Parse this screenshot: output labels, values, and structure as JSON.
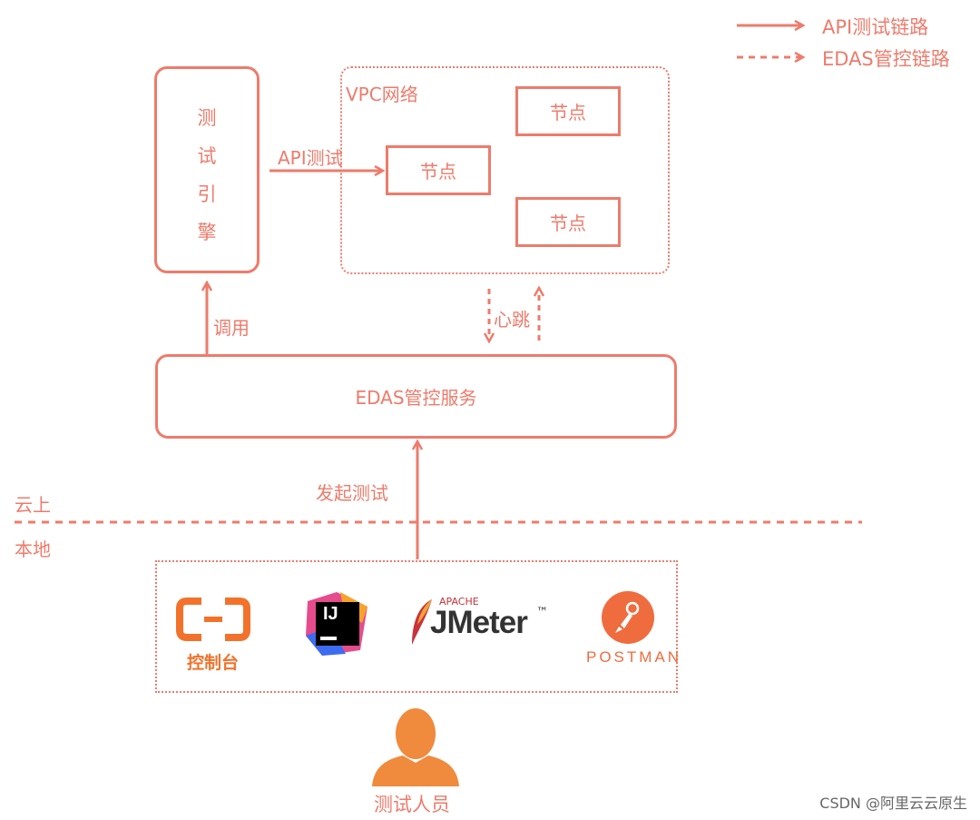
{
  "legend": {
    "api_link": "API测试链路",
    "edas_link": "EDAS管控链路"
  },
  "test_engine": {
    "chars": [
      "测",
      "试",
      "引",
      "擎"
    ]
  },
  "vpc": {
    "title": "VPC网络",
    "nodes": [
      "节点",
      "节点",
      "节点"
    ]
  },
  "labels": {
    "api_test": "API测试",
    "call": "调用",
    "heartbeat": "心跳",
    "initiate_test": "发起测试"
  },
  "edas": {
    "title": "EDAS管控服务"
  },
  "zones": {
    "cloud": "云上",
    "local": "本地"
  },
  "tools": {
    "console": "控制台",
    "intellij_logo": "IJ",
    "jmeter_apache": "APACHE",
    "jmeter_name": "JMeter",
    "jmeter_tm": "™",
    "postman": "POSTMAN"
  },
  "person": {
    "label": "测试人员"
  },
  "watermark": "CSDN @阿里云云原生",
  "colors": {
    "accent": "#ee7b6b",
    "person": "#f08a3c",
    "postman": "#ef6c3e"
  }
}
